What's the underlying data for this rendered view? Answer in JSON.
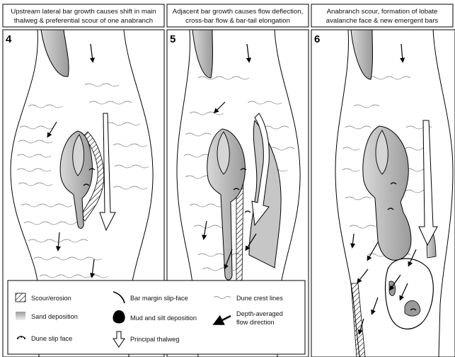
{
  "panels": [
    {
      "number": "4",
      "caption_line1": "Upstream lateral bar growth causes shift in main",
      "caption_line2": "thalweg & preferential scour of one anabranch"
    },
    {
      "number": "5",
      "caption_line1": "Adjacent bar growth causes flow deflection,",
      "caption_line2": "cross-bar flow & bar-tail elongation"
    },
    {
      "number": "6",
      "caption_line1": "Anabranch scour, formation of lobate",
      "caption_line2": "avalanche face & new emergent bars"
    }
  ],
  "legend": {
    "scour": "Scour/erosion",
    "sand": "Sand deposition",
    "dune_slip": "Dune slip face",
    "bar_margin": "Bar margin slip-face",
    "mud": "Mud and silt deposition",
    "thalweg": "Principal thalweg",
    "dune_crest": "Dune crest lines",
    "flow_line1": "Depth-averaged",
    "flow_line2": "flow direction"
  },
  "colors": {
    "bar_fill": "#b9b9b9",
    "bar_dark": "#8f8f8f",
    "sand_light": "#dcdcdc",
    "dune_line": "#777777",
    "ink": "#000000"
  },
  "icons": {
    "scour": "hatched-square-icon",
    "sand": "gradient-square-icon",
    "dune_slip": "slip-face-tick-icon",
    "bar_margin": "curved-slip-line-icon",
    "mud": "black-blob-icon",
    "thalweg": "hollow-arrow-icon",
    "dune_crest": "wavy-line-icon",
    "flow": "black-arrow-icon"
  }
}
